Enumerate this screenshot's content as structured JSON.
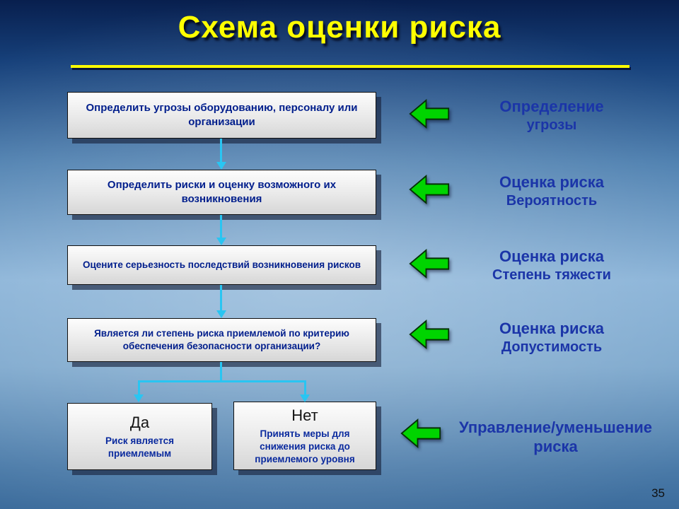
{
  "slide": {
    "title": "Схема оценки риска",
    "page_number": "35"
  },
  "flow": {
    "boxes": [
      {
        "text": "Определить угрозы оборудованию, персоналу или организации"
      },
      {
        "text": "Определить риски и оценку возможного их возникновения"
      },
      {
        "text": "Оцените серьезность последствий возникновения рисков"
      },
      {
        "text": "Является ли степень риска приемлемой по критерию обеспечения безопасности организации?"
      }
    ],
    "decision": {
      "yes": {
        "heading": "Да",
        "body": "Риск является приемлемым"
      },
      "no": {
        "heading": "Нет",
        "body": "Принять меры для снижения риска до приемлемого уровня"
      }
    }
  },
  "annotations": [
    {
      "line1": "Определение",
      "line2": "угрозы"
    },
    {
      "line1": "Оценка риска",
      "line2": "Вероятность"
    },
    {
      "line1": "Оценка риска",
      "line2": "Степень тяжести"
    },
    {
      "line1": "Оценка риска",
      "line2": "Допустимость"
    },
    {
      "line1": "Управление/уменьшение",
      "line2": "риска"
    }
  ],
  "colors": {
    "title": "#ffff00",
    "label_text": "#1b35a8",
    "arrow_green": "#00d400",
    "connector": "#29c5f2"
  }
}
